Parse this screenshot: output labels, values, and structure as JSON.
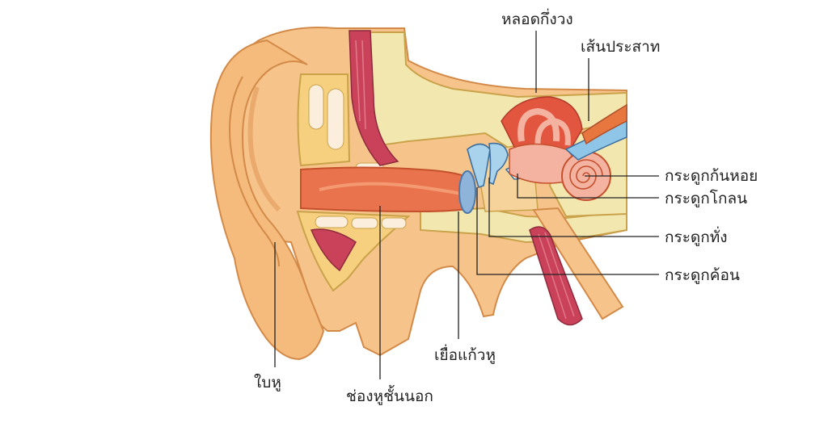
{
  "labels": {
    "semicircular_canals": "หลอดกึ่งวง",
    "nerve": "เส้นประสาท",
    "cochlea": "กระดูกก้นหอย",
    "stapes": "กระดูกโกลน",
    "incus": "กระดูกทั่ง",
    "malleus": "กระดูกค้อน",
    "eardrum": "เยื่อแก้วหู",
    "pinna": "ใบหู",
    "ear_canal": "ช่องหูชั้นนอก"
  },
  "colors": {
    "skin": "#f6c48a",
    "skin_dark": "#e9a964",
    "bone": "#f3e7b0",
    "canal": "#e9734c",
    "muscle": "#c9425a",
    "ossicle": "#a9d2ec",
    "inner_ear": "#f4b3a0"
  }
}
